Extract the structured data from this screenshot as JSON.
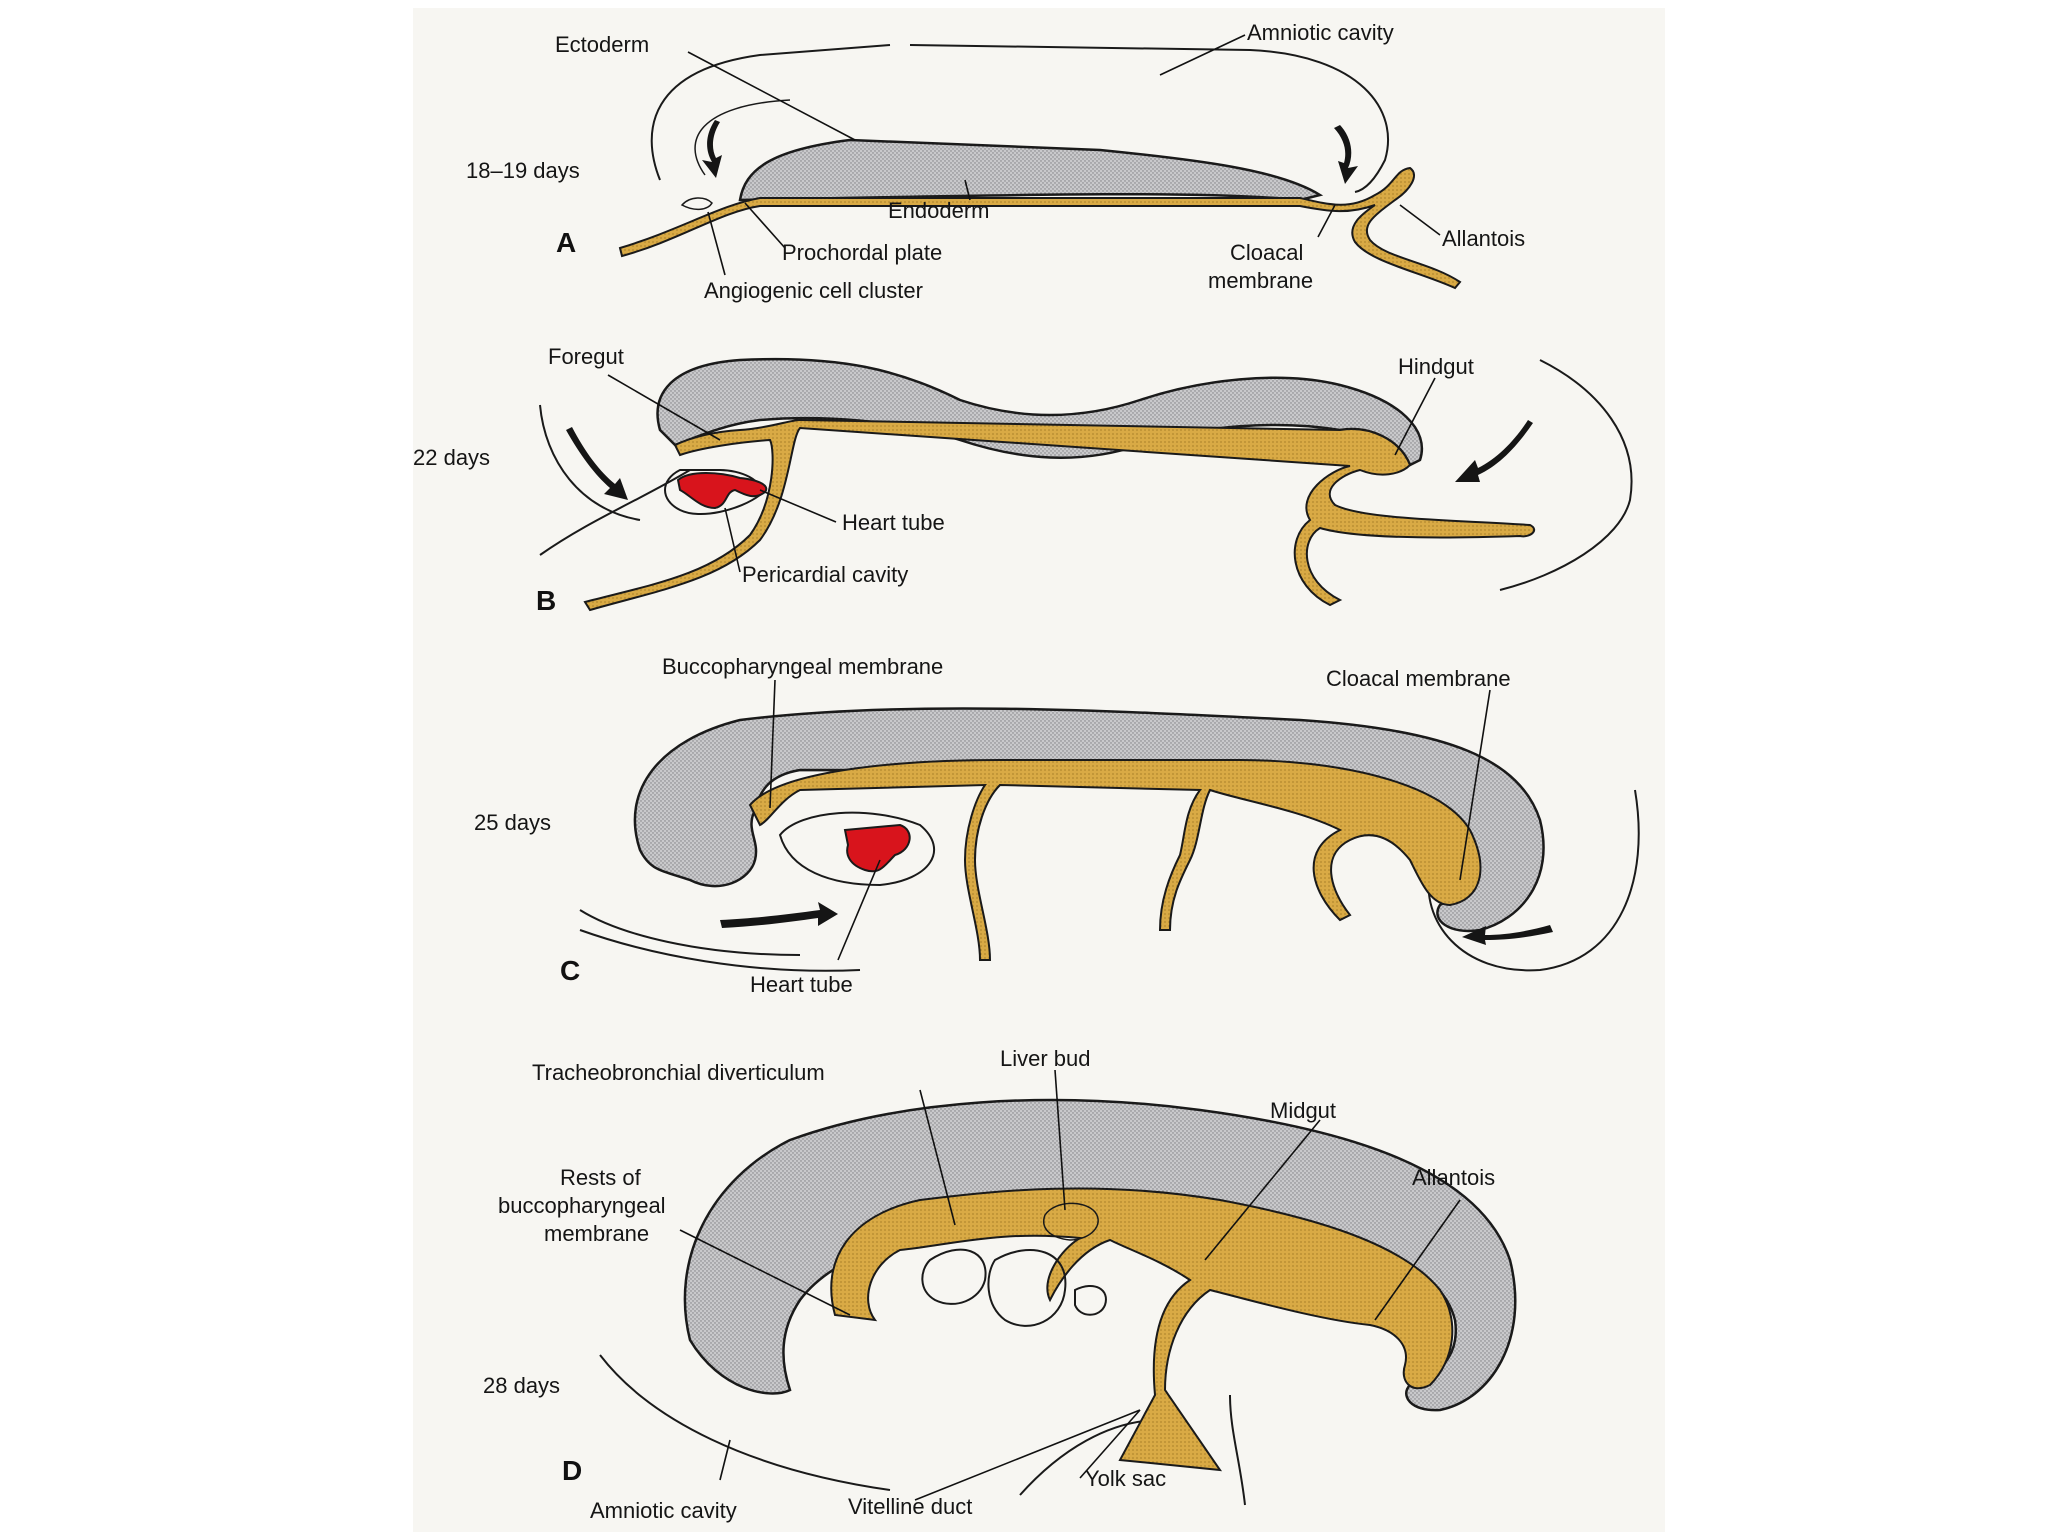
{
  "panels": [
    {
      "letter": "A",
      "age": "18–19 days",
      "labels": {
        "ectoderm": "Ectoderm",
        "amniotic_cavity": "Amniotic cavity",
        "endoderm": "Endoderm",
        "prochordal_plate": "Prochordal plate",
        "angiogenic_cell_cluster": "Angiogenic cell cluster",
        "cloacal_membrane_1": "Cloacal",
        "cloacal_membrane_2": "membrane",
        "allantois": "Allantois"
      }
    },
    {
      "letter": "B",
      "age": "22 days",
      "labels": {
        "foregut": "Foregut",
        "hindgut": "Hindgut",
        "heart_tube": "Heart tube",
        "pericardial_cavity": "Pericardial cavity"
      }
    },
    {
      "letter": "C",
      "age": "25 days",
      "labels": {
        "buccopharyngeal_membrane": "Buccopharyngeal membrane",
        "cloacal_membrane": "Cloacal membrane",
        "heart_tube": "Heart tube"
      }
    },
    {
      "letter": "D",
      "age": "28 days",
      "labels": {
        "tracheobronchial_diverticulum": "Tracheobronchial diverticulum",
        "liver_bud": "Liver bud",
        "midgut": "Midgut",
        "rests_1": "Rests of",
        "rests_2": "buccopharyngeal",
        "rests_3": "membrane",
        "allantois": "Allantois",
        "amniotic_cavity": "Amniotic cavity",
        "vitelline_duct": "Vitelline duct",
        "yolk_sac": "Yolk sac"
      }
    }
  ],
  "colors": {
    "ectoderm": "#c9c9cb",
    "endoderm": "#d9aa45",
    "heart": "#d8141c",
    "background": "#f7f6f2"
  }
}
